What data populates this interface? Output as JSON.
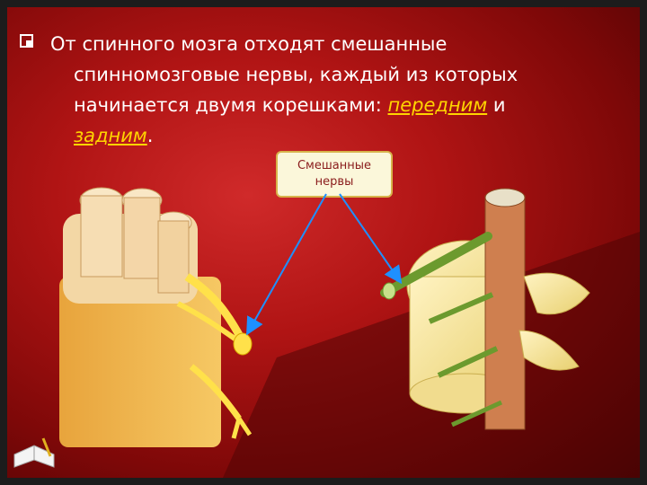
{
  "slide": {
    "text_main": "От спинного мозга отходят смешанные спинномозговые нервы, каждый из которых начинается двумя корешками: ",
    "emph_front": "передним",
    "text_and": " и ",
    "emph_back": "задним",
    "text_end": ".",
    "callout_label": "Смешанные нервы"
  },
  "colors": {
    "background": "#b01414",
    "text": "#ffffff",
    "emphasis": "#ffd400",
    "arrow": "#1e90ff",
    "callout_text": "#8a1c1c"
  }
}
